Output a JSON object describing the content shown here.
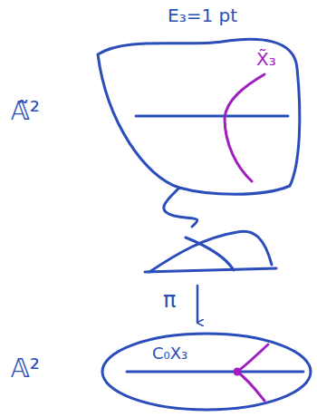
{
  "diagram": {
    "labels": [
      "E₃=1 pt",
      "X̃₃",
      "𝔸̃²",
      "π",
      "𝔸²",
      "C₀X₃"
    ]
  }
}
